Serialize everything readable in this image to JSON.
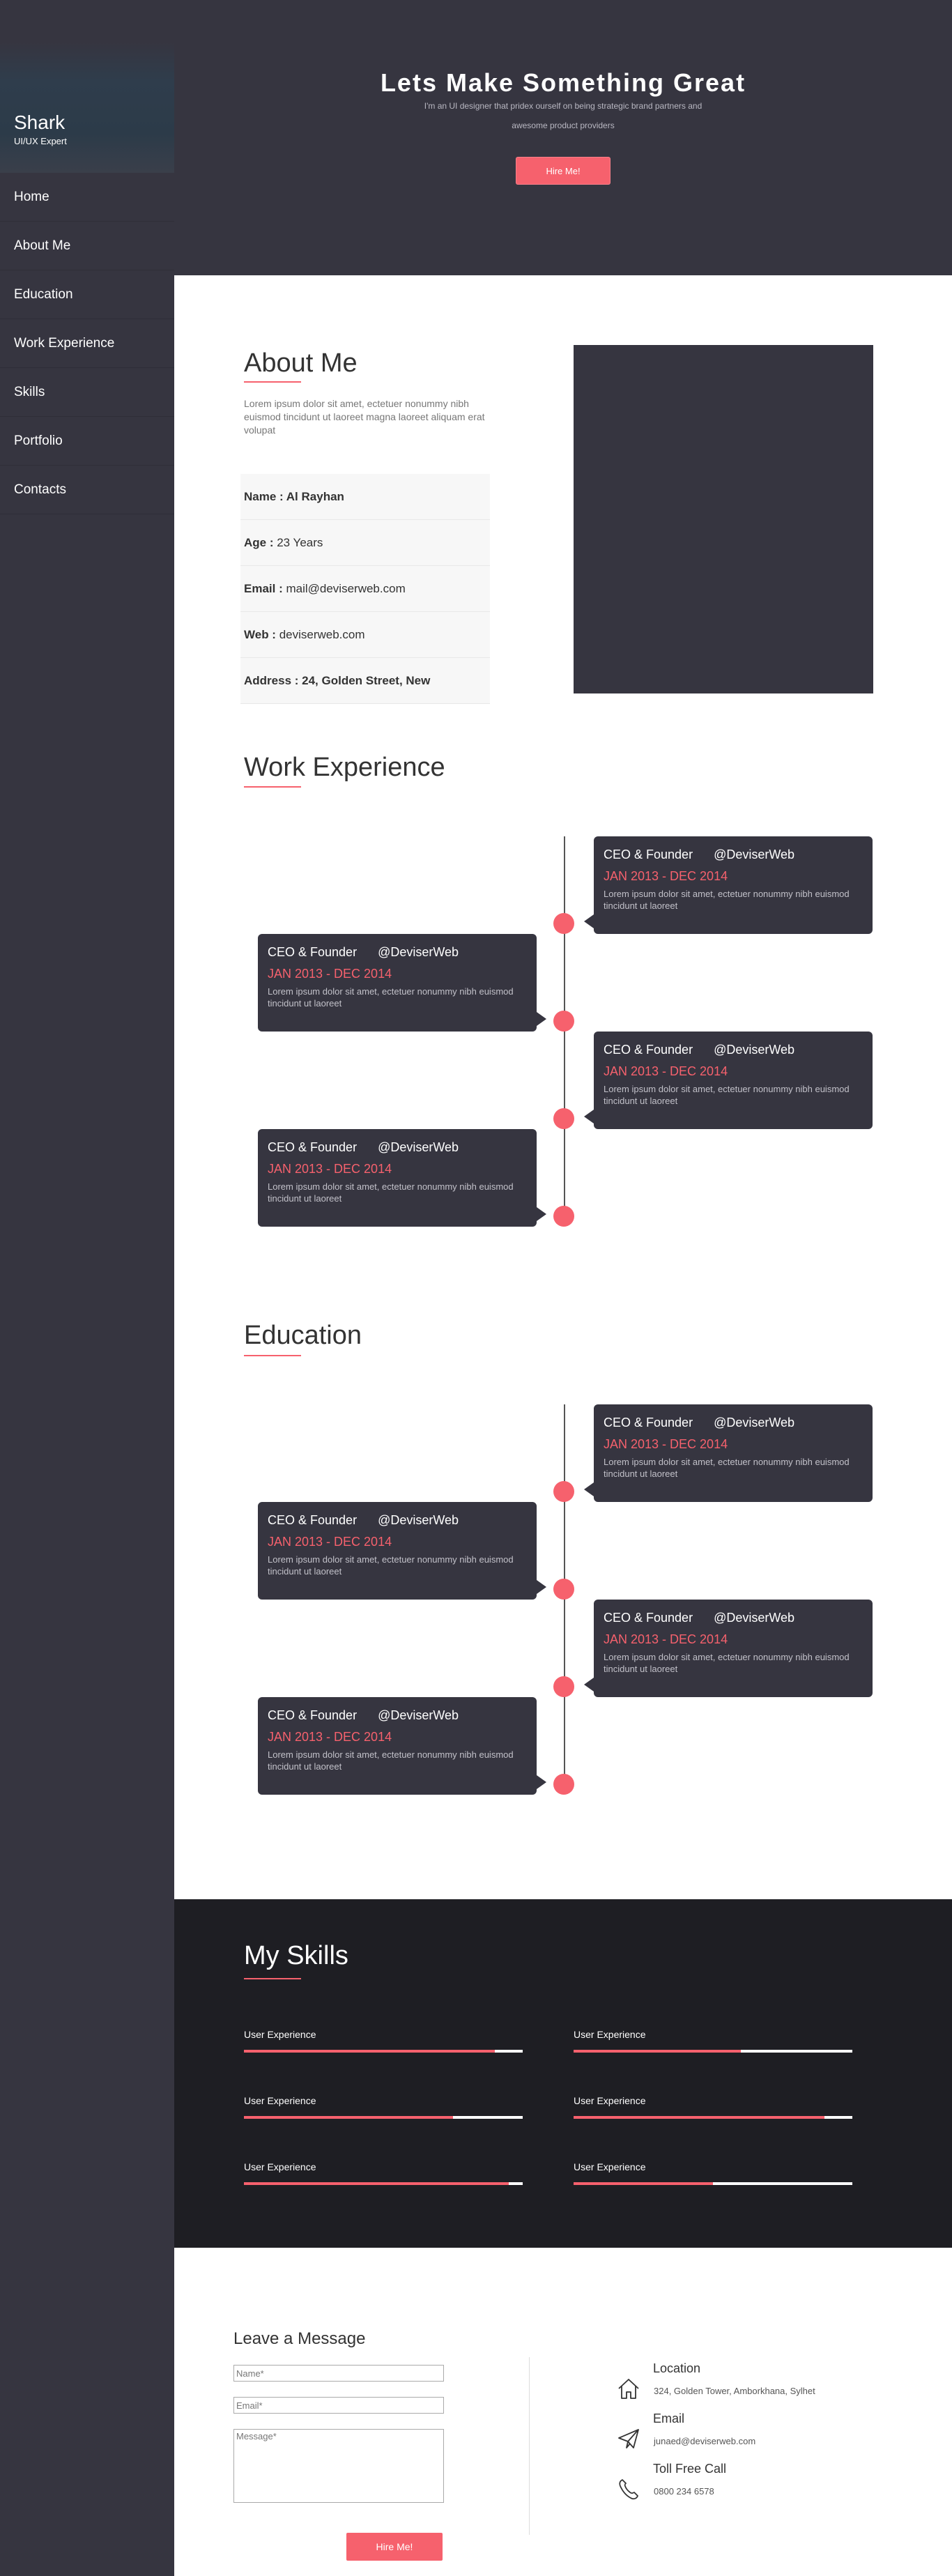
{
  "sidebar": {
    "name": "Shark",
    "role": "UI/UX Expert",
    "items": [
      {
        "label": "Home"
      },
      {
        "label": "About Me"
      },
      {
        "label": "Education"
      },
      {
        "label": "Work Experience"
      },
      {
        "label": "Skills"
      },
      {
        "label": "Portfolio"
      },
      {
        "label": "Contacts"
      }
    ]
  },
  "hero": {
    "title": "Lets Make Something Great",
    "subtitle": "I'm an UI designer that pridex ourself on being strategic brand partners and awesome product providers",
    "button": "Hire Me!"
  },
  "about": {
    "title": "About Me",
    "text": "Lorem ipsum dolor sit amet, ectetuer nonummy nibh euismod tincidunt ut laoreet magna laoreet aliquam erat volupat",
    "info": [
      {
        "key": "Name :",
        "value": " Al Rayhan"
      },
      {
        "key": "Age :",
        "value": " 23 Years"
      },
      {
        "key": "Email :",
        "value": " mail@deviserweb.com"
      },
      {
        "key": "Web :",
        "value": " deviserweb.com"
      },
      {
        "key": "Address :",
        "value": " 24, Golden Street, New"
      }
    ]
  },
  "work": {
    "title": "Work Experience",
    "entries": [
      {
        "role": "CEO & Founder",
        "handle": "@DeviserWeb",
        "date": "JAN 2013 - DEC 2014",
        "desc": "Lorem ipsum dolor sit amet, ectetuer nonummy nibh euismod tincidunt ut laoreet"
      },
      {
        "role": "CEO & Founder",
        "handle": "@DeviserWeb",
        "date": "JAN 2013 - DEC 2014",
        "desc": "Lorem ipsum dolor sit amet, ectetuer nonummy nibh euismod tincidunt ut laoreet"
      },
      {
        "role": "CEO & Founder",
        "handle": "@DeviserWeb",
        "date": "JAN 2013 - DEC 2014",
        "desc": "Lorem ipsum dolor sit amet, ectetuer nonummy nibh euismod tincidunt ut laoreet"
      },
      {
        "role": "CEO & Founder",
        "handle": "@DeviserWeb",
        "date": "JAN 2013 - DEC 2014",
        "desc": "Lorem ipsum dolor sit amet, ectetuer nonummy nibh euismod tincidunt ut laoreet"
      }
    ]
  },
  "education": {
    "title": "Education",
    "entries": [
      {
        "role": "CEO & Founder",
        "handle": "@DeviserWeb",
        "date": "JAN 2013 - DEC 2014",
        "desc": "Lorem ipsum dolor sit amet, ectetuer nonummy nibh euismod tincidunt ut laoreet"
      },
      {
        "role": "CEO & Founder",
        "handle": "@DeviserWeb",
        "date": "JAN 2013 - DEC 2014",
        "desc": "Lorem ipsum dolor sit amet, ectetuer nonummy nibh euismod tincidunt ut laoreet"
      },
      {
        "role": "CEO & Founder",
        "handle": "@DeviserWeb",
        "date": "JAN 2013 - DEC 2014",
        "desc": "Lorem ipsum dolor sit amet, ectetuer nonummy nibh euismod tincidunt ut laoreet"
      },
      {
        "role": "CEO & Founder",
        "handle": "@DeviserWeb",
        "date": "JAN 2013 - DEC 2014",
        "desc": "Lorem ipsum dolor sit amet, ectetuer nonummy nibh euismod tincidunt ut laoreet"
      }
    ]
  },
  "skills": {
    "title": "My Skills",
    "items": [
      {
        "label": "User Experience",
        "level": 0.9
      },
      {
        "label": "User Experience",
        "level": 0.6
      },
      {
        "label": "User Experience",
        "level": 0.75
      },
      {
        "label": "User Experience",
        "level": 0.9
      },
      {
        "label": "User Experience",
        "level": 0.95
      },
      {
        "label": "User Experience",
        "level": 0.5
      }
    ]
  },
  "contact": {
    "title": "Leave a Message",
    "name_placeholder": "Name*",
    "email_placeholder": "Email*",
    "message_placeholder": "Message*",
    "button": "Hire Me!",
    "location_title": "Location",
    "location_value": "324, Golden Tower, Amborkhana, Sylhet",
    "email_title": "Email",
    "email_value": "junaed@deviserweb.com",
    "phone_title": "Toll Free Call",
    "phone_value": "0800 234 6578"
  },
  "colors": {
    "accent": "#f6616d",
    "dark": "#363540",
    "darker": "#1e1e23"
  }
}
